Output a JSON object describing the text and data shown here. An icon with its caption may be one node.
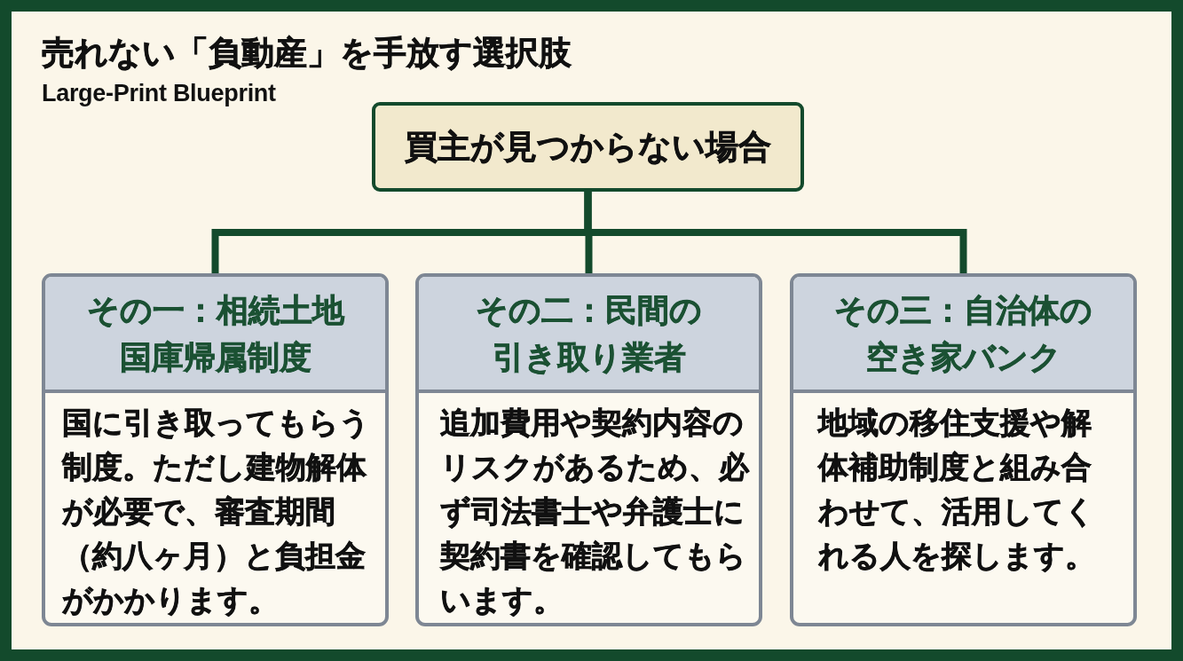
{
  "diagram": {
    "title": "売れない「負動産」を手放す選択肢",
    "nodes": [
      {
        "text": [
          "買主が見つからない場合"
        ]
      },
      {
        "text": [
          "その一：相続土地国庫帰属制度",
          "国に引き取ってもらう制度。ただし建物解体が必要で、審査期間（約八ヶ月）と負担金がかかります。"
        ]
      },
      {
        "text": [
          "その二：民間の引き取り業者",
          "追加費用や契約内容のリスクがあるため、必ず司法書士や弁護士に契約書を確認してもらいます。"
        ]
      },
      {
        "text": [
          "その三：自治体の空き家バンク",
          "地域の移住支援や解体補助制度と組み合わせて、活用してくれる人を探します。"
        ]
      }
    ],
    "edges": [
      {
        "from": 0,
        "to": 1,
        "arrow": "none"
      },
      {
        "from": 0,
        "to": 2,
        "arrow": "none"
      },
      {
        "from": 0,
        "to": 3,
        "arrow": "none"
      }
    ],
    "labels": [
      "Large-Print Blueprint"
    ]
  }
}
